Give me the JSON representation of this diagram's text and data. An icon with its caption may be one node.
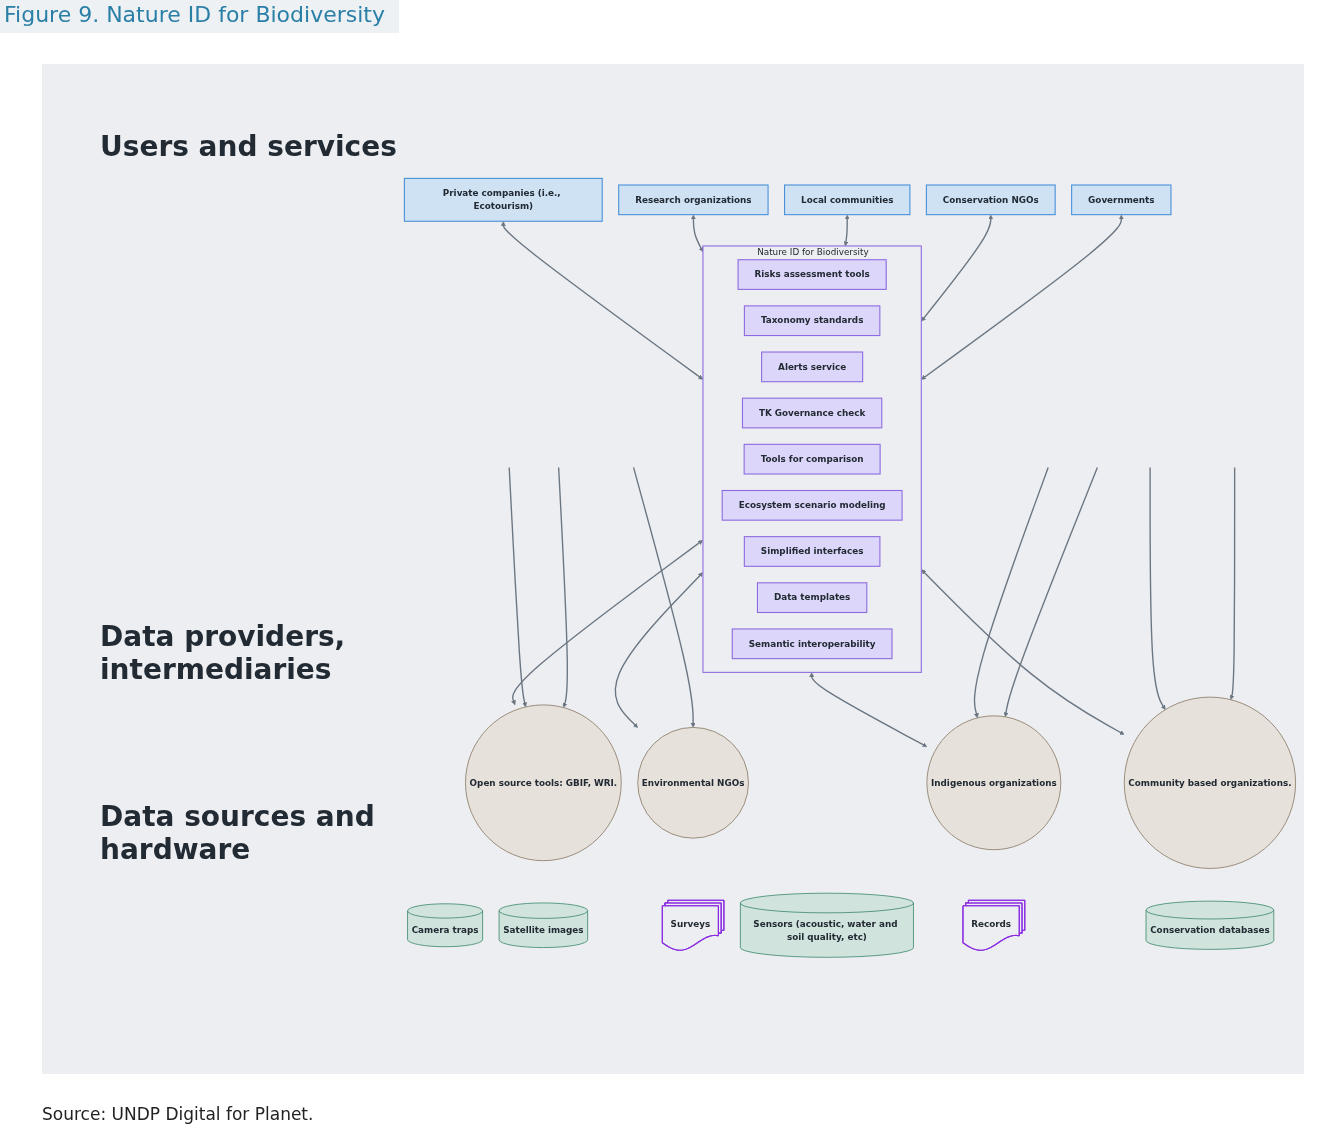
{
  "diagram": {
    "title": "Figure 9. Nature ID for Biodiversity",
    "caption": "Source: UNDP Digital for Planet.",
    "nodes": [
      {
        "text": [
          "Governments"
        ]
      },
      {
        "text": [
          "Conservation NGOs"
        ]
      },
      {
        "text": [
          "Local communities"
        ]
      },
      {
        "text": [
          "Research organizations"
        ]
      },
      {
        "text": [
          "Private companies (i.e., Ecotourism)"
        ]
      },
      {
        "text": [
          "Nature ID for Biodiversity"
        ]
      },
      {
        "text": [
          "Risks assessment tools"
        ],
        "in": 5
      },
      {
        "text": [
          "Taxonomy standards"
        ],
        "in": 5
      },
      {
        "text": [
          "Alerts service"
        ],
        "in": 5
      },
      {
        "text": [
          "TK Governance check"
        ],
        "in": 5
      },
      {
        "text": [
          "Tools for comparison"
        ],
        "in": 5
      },
      {
        "text": [
          "Ecosystem scenario modeling"
        ],
        "in": 5
      },
      {
        "text": [
          "Simplified interfaces"
        ],
        "in": 5
      },
      {
        "text": [
          "Data templates"
        ],
        "in": 5
      },
      {
        "text": [
          "Semantic interoperability"
        ],
        "in": 5
      },
      {
        "text": [
          "Open source tools: GBIF, WRI."
        ]
      },
      {
        "text": [
          "Environmental NGOs"
        ]
      },
      {
        "text": [
          "Indigenous organizations"
        ]
      },
      {
        "text": [
          "Community based organizations."
        ]
      },
      {
        "text": [
          "Camera traps"
        ]
      },
      {
        "text": [
          "Surveys"
        ]
      },
      {
        "text": [
          "Sensors (acoustic, water and soil quality, etc)"
        ]
      },
      {
        "text": [
          "Conservation databases"
        ]
      },
      {
        "text": [
          "Satellite images"
        ]
      },
      {
        "text": [
          "Records"
        ]
      }
    ],
    "edges": [
      {
        "from": 0,
        "to": 5,
        "arrow": "both"
      },
      {
        "from": 1,
        "to": 5,
        "arrow": "both"
      },
      {
        "from": 2,
        "to": 5,
        "arrow": "both"
      },
      {
        "from": 3,
        "to": 5,
        "arrow": "both"
      },
      {
        "from": 4,
        "to": 5,
        "arrow": "both"
      },
      {
        "from": 5,
        "to": 15,
        "arrow": "both"
      },
      {
        "from": 5,
        "to": 16,
        "arrow": "both"
      },
      {
        "from": 5,
        "to": 17,
        "arrow": "both"
      },
      {
        "from": 5,
        "to": 18,
        "arrow": "both"
      },
      {
        "from": null,
        "to": 15,
        "arrow": "to"
      },
      {
        "from": null,
        "to": 15,
        "arrow": "to"
      },
      {
        "from": null,
        "to": 16,
        "arrow": "to"
      },
      {
        "from": null,
        "to": 17,
        "arrow": "to"
      },
      {
        "from": null,
        "to": 17,
        "arrow": "to"
      },
      {
        "from": null,
        "to": 18,
        "arrow": "to"
      },
      {
        "from": null,
        "to": 18,
        "arrow": "to"
      }
    ],
    "labels": [
      "Users and services",
      "Data providers, intermediaries",
      "Data sources and hardware"
    ]
  }
}
